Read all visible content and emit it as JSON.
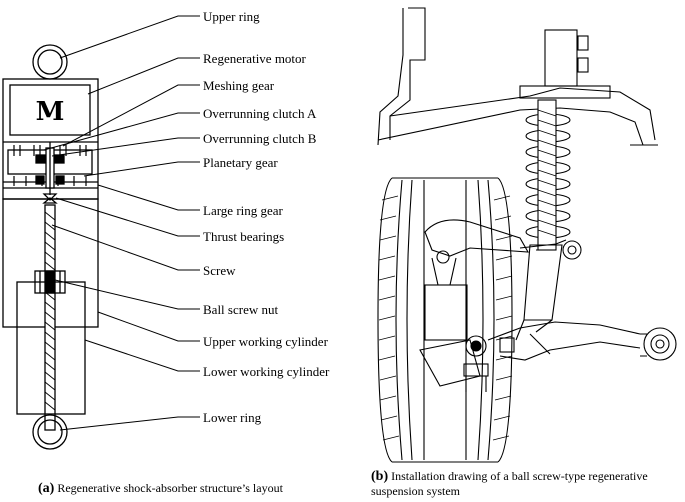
{
  "figure_a": {
    "motor_symbol": "M",
    "labels": [
      "Upper ring",
      "Regenerative motor",
      "Meshing gear",
      "Overrunning clutch A",
      "Overrunning clutch B",
      "Planetary gear",
      "Large ring gear",
      "Thrust bearings",
      "Screw",
      "Ball screw nut",
      "Upper working cylinder",
      "Lower working cylinder",
      "Lower ring"
    ],
    "caption_tag": "(a)",
    "caption_text": "Regenerative shock-absorber structure’s layout"
  },
  "figure_b": {
    "caption_tag": "(b)",
    "caption_text": "Installation drawing of a ball screw-type regenerative suspension system"
  }
}
